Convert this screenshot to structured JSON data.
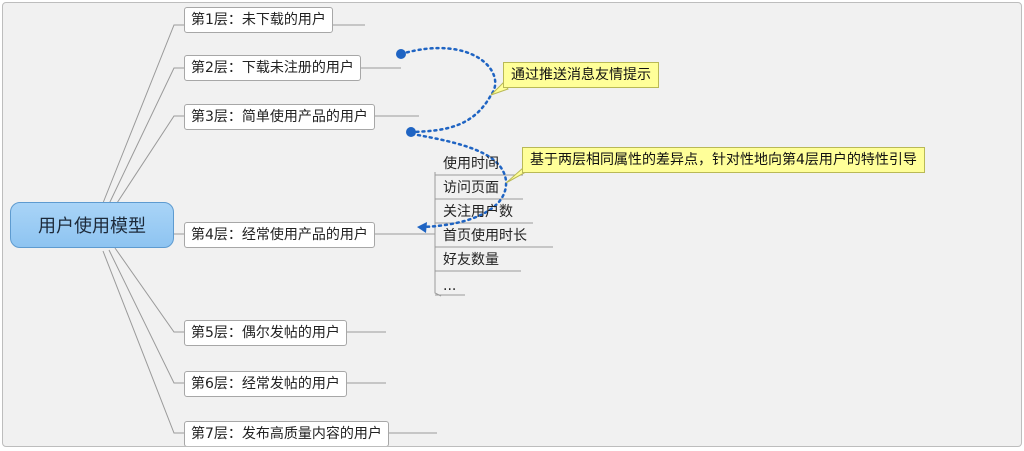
{
  "root": {
    "label": "用户使用模型"
  },
  "layers": [
    {
      "label": "第1层：未下载的用户"
    },
    {
      "label": "第2层：下载未注册的用户"
    },
    {
      "label": "第3层：简单使用产品的用户"
    },
    {
      "label": "第4层：经常使用产品的用户"
    },
    {
      "label": "第5层：偶尔发帖的用户"
    },
    {
      "label": "第6层：经常发帖的用户"
    },
    {
      "label": "第7层：发布高质量内容的用户"
    }
  ],
  "layer4_details": [
    "使用时间",
    "访问页面",
    "关注用户数",
    "首页使用时长",
    "好友数量",
    "..."
  ],
  "callouts": {
    "push": "通过推送消息友情提示",
    "guide": "基于两层相同属性的差异点，针对性地向第4层用户的特性引导"
  },
  "colors": {
    "root_fill": "#9ccbf3",
    "callout_fill": "#ffff99",
    "relationship": "#1f64c3"
  }
}
